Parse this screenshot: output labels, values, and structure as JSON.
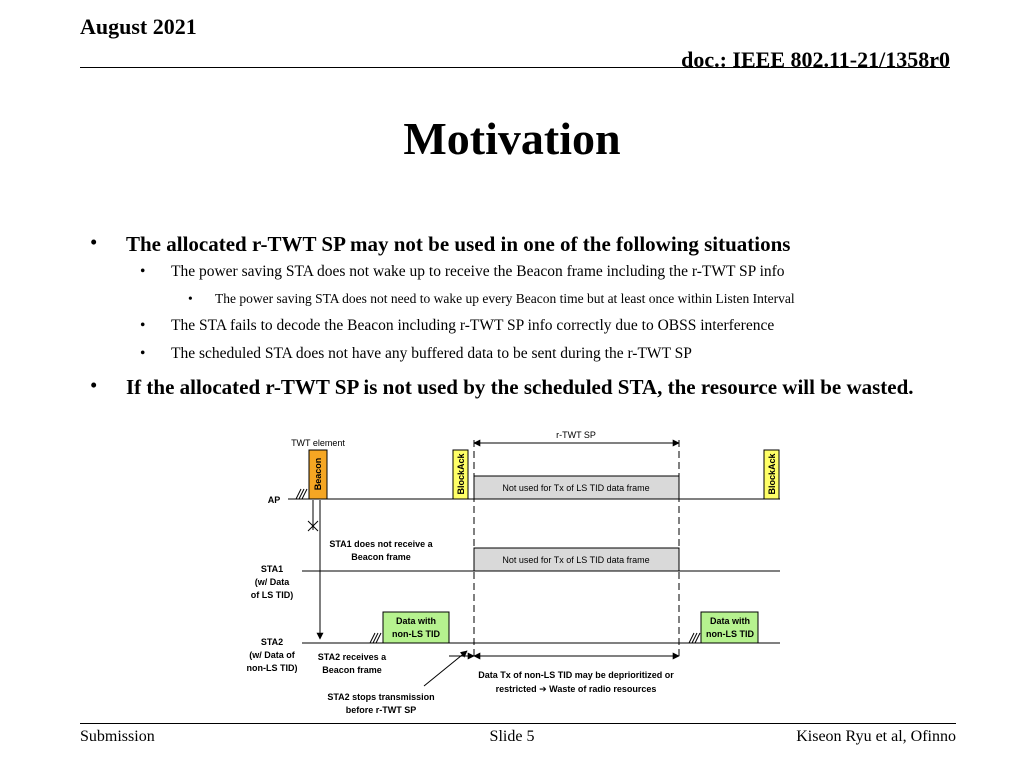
{
  "header": {
    "date": "August 2021",
    "doc": "doc.: IEEE 802.11-21/1358r0"
  },
  "title": "Motivation",
  "bullets": {
    "b1": "The allocated r-TWT SP may not be used in one of the following situations",
    "b1_1": "The power saving STA does not wake up to receive the Beacon frame including the r-TWT SP info",
    "b1_1_1": "The power saving STA does not need to wake up every Beacon time but at least once within Listen Interval",
    "b1_2": "The STA fails to decode the Beacon including r-TWT SP info correctly due to OBSS interference",
    "b1_3": "The scheduled STA does not have any buffered data to be sent during the r-TWT SP",
    "b2": "If the allocated r-TWT SP is not used by the scheduled STA, the resource will be wasted."
  },
  "diagram": {
    "rtwt_sp": "r-TWT SP",
    "twt_element": "TWT element",
    "beacon": "Beacon",
    "blockack": "BlockAck",
    "ap": "AP",
    "not_used_1": "Not used for Tx of LS TID data frame",
    "not_used_2": "Not used for Tx of LS TID data frame",
    "sta1_not_receive_1": "STA1 does not receive a",
    "sta1_not_receive_2": "Beacon frame",
    "sta1_l1": "STA1",
    "sta1_l2": "(w/ Data",
    "sta1_l3": "of LS TID)",
    "data_nonls_1": "Data with",
    "data_nonls_2": "non-LS TID",
    "sta2_l1": "STA2",
    "sta2_l2": "(w/ Data of",
    "sta2_l3": "non-LS TID)",
    "sta2_receives_1": "STA2 receives a",
    "sta2_receives_2": "Beacon frame",
    "sta2_stops_1": "STA2 stops transmission",
    "sta2_stops_2": "before r-TWT SP",
    "deprioritized_1": "Data Tx of non-LS TID may be deprioritized or",
    "deprioritized_2": "restricted ➔ Waste of radio resources",
    "colors": {
      "beacon": "#f5a623",
      "blockack": "#ffff66",
      "data": "#b6f28f",
      "notused": "#d9d9d9"
    }
  },
  "footer": {
    "left": "Submission",
    "center": "Slide 5",
    "right": "Kiseon Ryu et al, Ofinno"
  }
}
